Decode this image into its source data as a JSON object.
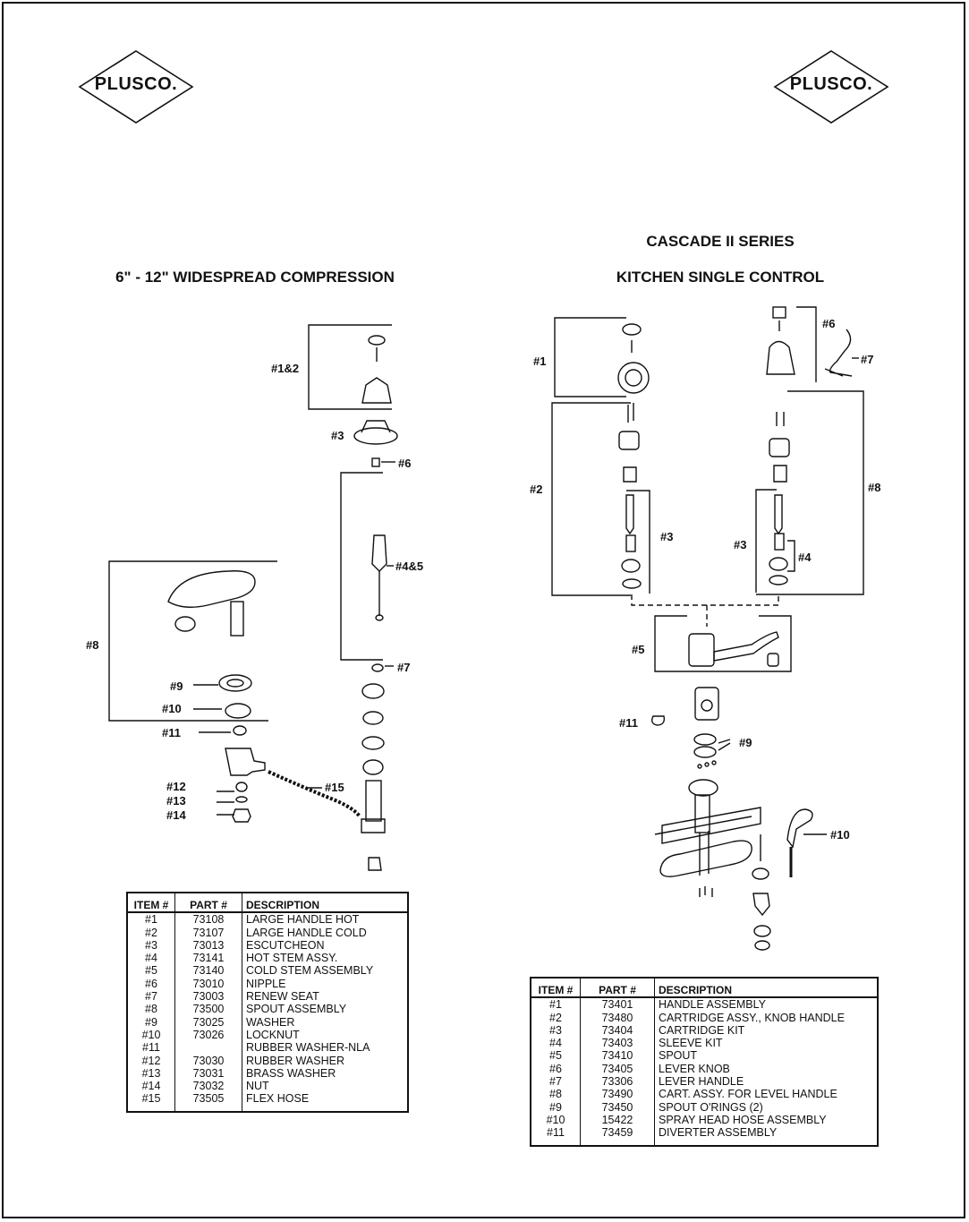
{
  "brand": {
    "logo_left": "PLUSCO.",
    "logo_right": "PLUSCO."
  },
  "left": {
    "title": "6\" - 12\" WIDESPREAD COMPRESSION",
    "labels": [
      "#1&2",
      "#3",
      "#6",
      "#4&5",
      "#8",
      "#7",
      "#9",
      "#10",
      "#11",
      "#12",
      "#13",
      "#14",
      "#15"
    ],
    "table": {
      "headers": [
        "ITEM #",
        "PART #",
        "DESCRIPTION"
      ],
      "rows": [
        [
          "#1",
          "73108",
          "LARGE HANDLE HOT"
        ],
        [
          "#2",
          "73107",
          "LARGE HANDLE COLD"
        ],
        [
          "#3",
          "73013",
          "ESCUTCHEON"
        ],
        [
          "#4",
          "73141",
          "HOT STEM ASSY."
        ],
        [
          "#5",
          "73140",
          "COLD STEM ASSEMBLY"
        ],
        [
          "#6",
          "73010",
          "NIPPLE"
        ],
        [
          "#7",
          "73003",
          "RENEW SEAT"
        ],
        [
          "#8",
          "73500",
          "SPOUT ASSEMBLY"
        ],
        [
          "#9",
          "73025",
          "WASHER"
        ],
        [
          "#10",
          "73026",
          "LOCKNUT"
        ],
        [
          "#11",
          "",
          "RUBBER WASHER-NLA"
        ],
        [
          "#12",
          "73030",
          "RUBBER WASHER"
        ],
        [
          "#13",
          "73031",
          "BRASS WASHER"
        ],
        [
          "#14",
          "73032",
          "NUT"
        ],
        [
          "#15",
          "73505",
          "FLEX HOSE"
        ]
      ]
    }
  },
  "right": {
    "series": "CASCADE II SERIES",
    "title": "KITCHEN SINGLE CONTROL",
    "labels": [
      "#6",
      "#7",
      "#1",
      "#2",
      "#8",
      "#3",
      "#3",
      "#4",
      "#5",
      "#9",
      "#11",
      "#10"
    ],
    "table": {
      "headers": [
        "ITEM #",
        "PART #",
        "DESCRIPTION"
      ],
      "rows": [
        [
          "#1",
          "73401",
          "HANDLE ASSEMBLY"
        ],
        [
          "#2",
          "73480",
          "CARTRIDGE ASSY., KNOB HANDLE"
        ],
        [
          "#3",
          "73404",
          "CARTRIDGE KIT"
        ],
        [
          "#4",
          "73403",
          "SLEEVE KIT"
        ],
        [
          "#5",
          "73410",
          "SPOUT"
        ],
        [
          "#6",
          "73405",
          "LEVER KNOB"
        ],
        [
          "#7",
          "73306",
          "LEVER HANDLE"
        ],
        [
          "#8",
          "73490",
          "CART. ASSY. FOR LEVEL HANDLE"
        ],
        [
          "#9",
          "73450",
          "SPOUT O'RINGS (2)"
        ],
        [
          "#10",
          "15422",
          "SPRAY HEAD HOSE ASSEMBLY"
        ],
        [
          "#11",
          "73459",
          "DIVERTER ASSEMBLY"
        ]
      ]
    }
  }
}
